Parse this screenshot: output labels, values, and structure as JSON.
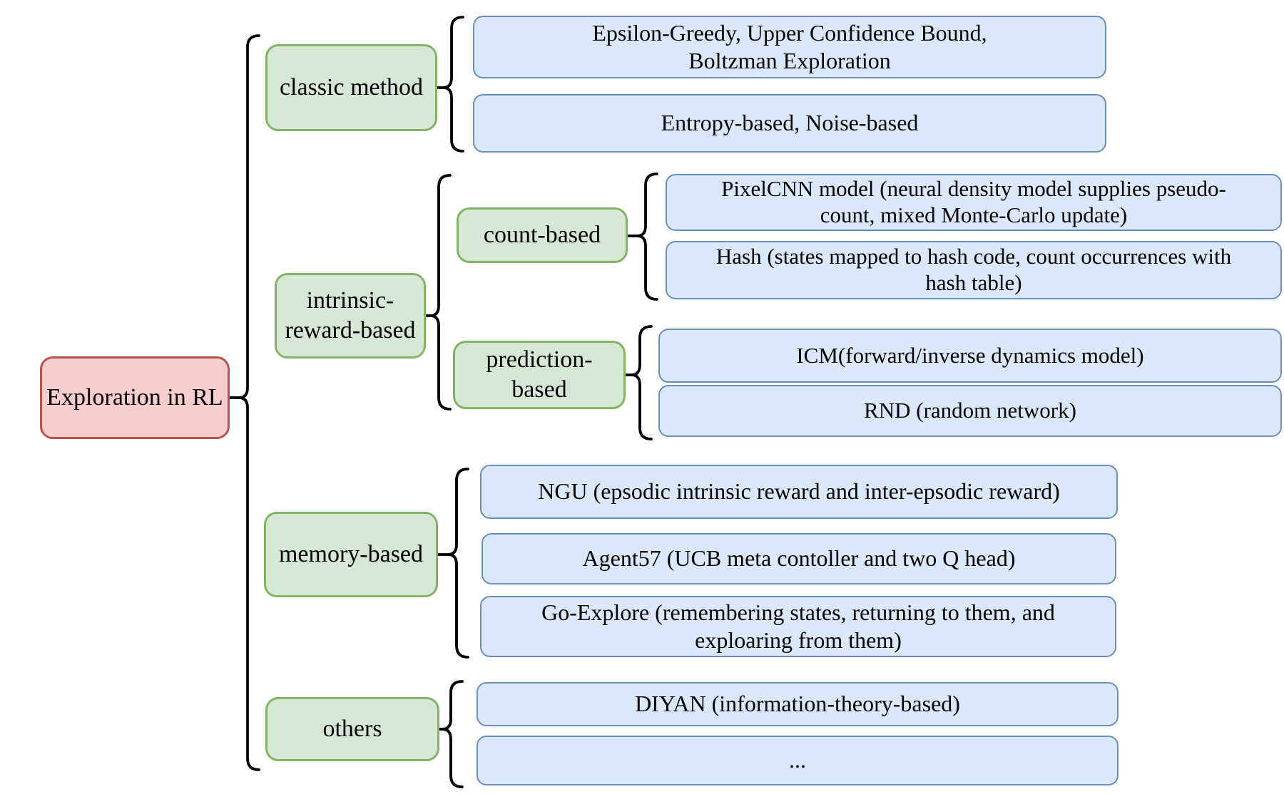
{
  "root": {
    "label": "Exploration in RL"
  },
  "colors": {
    "canvas_bg": "#ffffff",
    "root_fill": "#f8cecc",
    "root_stroke": "#b85450",
    "category_fill": "#d5e8d4",
    "category_stroke": "#82b366",
    "leaf_fill": "#dae8fc",
    "leaf_stroke": "#6c8ebf",
    "connector": "#000000"
  },
  "categories": [
    {
      "label": "classic method",
      "leaves": [
        {
          "text": "Epsilon-Greedy, Upper Confidence Bound,\nBoltzman Exploration"
        },
        {
          "text": "Entropy-based, Noise-based"
        }
      ]
    },
    {
      "label": "intrinsic-\nreward-based",
      "subcategories": [
        {
          "label": "count-based",
          "leaves": [
            {
              "text": "PixelCNN model (neural density model supplies pseudo-\ncount, mixed Monte-Carlo update)"
            },
            {
              "text": "Hash (states mapped to hash code, count occurrences with\nhash table)"
            }
          ]
        },
        {
          "label": "prediction-\nbased",
          "leaves": [
            {
              "text": "ICM(forward/inverse dynamics model)"
            },
            {
              "text": "RND (random network)"
            }
          ]
        }
      ]
    },
    {
      "label": "memory-based",
      "leaves": [
        {
          "text": "NGU (epsodic intrinsic reward and inter-epsodic reward)"
        },
        {
          "text": "Agent57 (UCB meta contoller and two Q head)"
        },
        {
          "text": "Go-Explore (remembering states, returning to them, and\nexploaring from them)"
        }
      ]
    },
    {
      "label": "others",
      "leaves": [
        {
          "text": "DIYAN (information-theory-based)"
        },
        {
          "text": "..."
        }
      ]
    }
  ]
}
